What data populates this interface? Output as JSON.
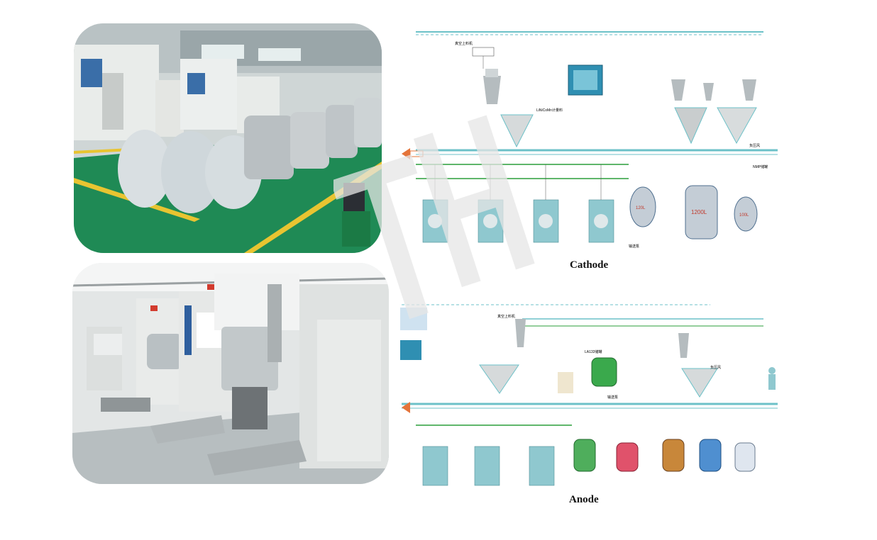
{
  "captions": {
    "cathode": "Cathode",
    "anode": "Anode"
  },
  "cathode_labels": {
    "vacuum_loader": "真空上料机",
    "weighing": "LiNiCoMn计量料",
    "exhaust": "负压风",
    "tank_120": "120L",
    "tank_1200": "1200L",
    "tank_100": "100L",
    "nmp": "NMP储罐",
    "pump": "输送泵"
  },
  "anode_labels": {
    "vacuum_loader": "真空上料机",
    "pump": "输送泵",
    "lacr_tank": "LA133储罐",
    "exhaust": "负压风"
  },
  "colors": {
    "pipe": "#6cc1c8",
    "green_pipe": "#2a9d3a",
    "equipment": "#8fc8cf",
    "watermark": "#e8e8e8"
  }
}
